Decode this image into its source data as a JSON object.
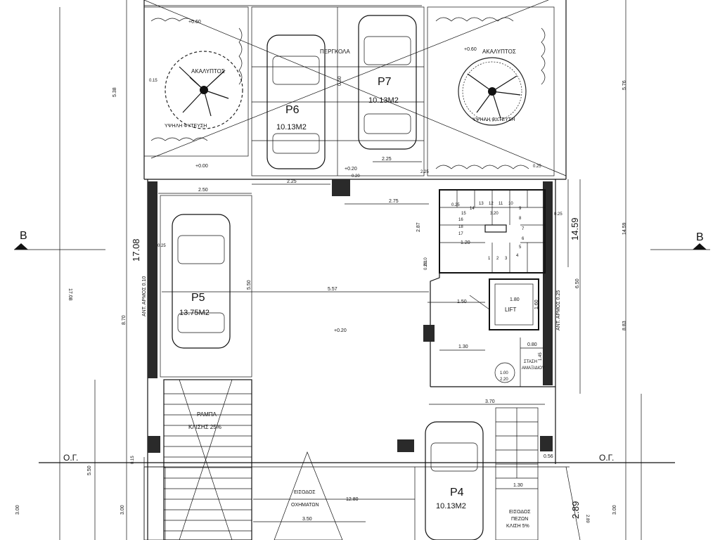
{
  "section_markers": {
    "left": "B",
    "right": "B"
  },
  "property_line": {
    "left": "Ο.Γ.",
    "right": "Ο.Γ."
  },
  "levels": {
    "garden_left": "+0.60",
    "garden_right": "+0.60",
    "ground_left": "+0.00",
    "parking_row": "+0.20",
    "center": "+0.20"
  },
  "gardens": {
    "left_label": "ΑΚΑΛΥΠΤΟΣ",
    "left_sub": "ΥΨΗΛΗ ΦΥΤΕΥΣΗ",
    "right_label": "ΑΚΑΛΥΠΤΟΣ",
    "right_sub": "ΥΨΗΛΗ ΦΥΤΕΥΣΗ",
    "left_small_dim": "0.15"
  },
  "pergola": "ΠΕΡΓΚΟΛΑ",
  "parking": {
    "p6": {
      "name": "P6",
      "area": "10.13M2"
    },
    "p7": {
      "name": "P7",
      "area": "10.13M2"
    },
    "p5": {
      "name": "P5",
      "area": "13.75M2"
    },
    "p4": {
      "name": "P4",
      "area": "10.13M2"
    }
  },
  "ramp": {
    "title": "ΡΑΜΠΑ",
    "slope": "ΚΛΙΣΗΣ 25%"
  },
  "entrance_vehicles": {
    "line1": "ΕΙΣΟΔΟΣ",
    "line2": "ΟΧΗΜΑΤΩΝ"
  },
  "entrance_pedestrians": {
    "line1": "ΕΙΣΟΔΟΣ",
    "line2": "ΠΕΖΩΝ",
    "line3": "ΚΛΙΣΗ 5%"
  },
  "lift": "LIFT",
  "storage": {
    "line1": "ΣΤΑΣΗ",
    "line2": "ΑΜΑΞΙΔΙΟΥ"
  },
  "wheel_circle": {
    "top": "1.00",
    "bottom": "2.20"
  },
  "walls": {
    "left": "ΑΝΤ. ΑΡΜΟΣ 0.10",
    "right": "ΑΝΤ. ΑΡΜΟΣ 0.25"
  },
  "stair_numbers": [
    "1",
    "2",
    "3",
    "4",
    "5",
    "6",
    "7",
    "8",
    "9",
    "10",
    "11",
    "12",
    "13",
    "14",
    "15",
    "16",
    "17",
    "18"
  ],
  "dims": {
    "d_538": "5.38",
    "d_050": "0.50",
    "d_225a": "2.25",
    "d_225b": "2.25",
    "d_225c": "2.25",
    "d_250": "2.50",
    "d_275": "2.75",
    "d_320": "3.20",
    "d_025a": "0.25",
    "d_025b": "0.25",
    "d_025c": "0.25",
    "d_025d": "0.25",
    "d_287": "2.87",
    "d_120": "1.20",
    "d_150a": "1.50",
    "d_180": "1.80",
    "d_160": "1.60",
    "d_557": "5.57",
    "d_550a": "5.50",
    "d_028": "0.28",
    "d_130a": "1.30",
    "d_080": "0.80",
    "d_145": "1.45",
    "d_370": "3.70",
    "d_056": "0.56",
    "d_130b": "1.30",
    "d_1280": "12.80",
    "d_350": "3.50",
    "d_1708": "17.08",
    "d_1459": "14.59",
    "d_1459s": "14.59",
    "d_1708s": "17.08",
    "d_870": "8.70",
    "d_883": "8.83",
    "d_650": "6.50",
    "d_576": "5.76",
    "d_550b": "5.50",
    "d_300a": "3.00",
    "d_300b": "3.00",
    "d_300c": "3.00",
    "d_289": "2.89",
    "d_289s": "2.89",
    "d_015": "0.15",
    "d_010": "0.10",
    "d_020": "0.20"
  }
}
